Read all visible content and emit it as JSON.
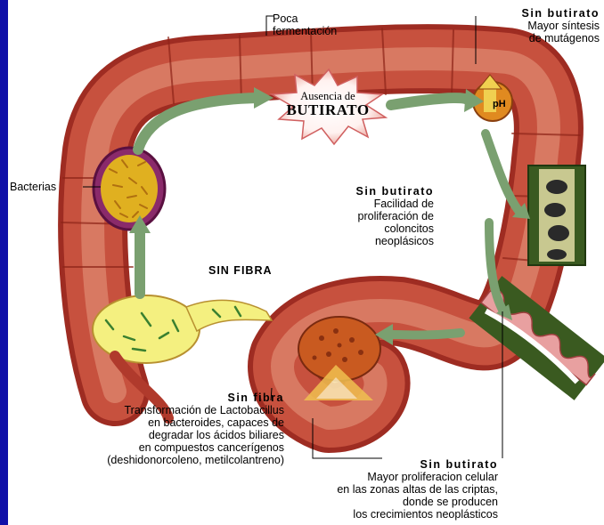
{
  "labels": {
    "poca": [
      "Poca",
      "fermentación"
    ],
    "top_right": {
      "head": "Sin butirato",
      "lines": [
        "Mayor síntesis",
        "de mutágenos"
      ]
    },
    "burst": {
      "line1": "Ausencia de",
      "line2": "BUTIRATO"
    },
    "ph": "pH",
    "bacterias": "Bacterias",
    "mid_right": {
      "head": "Sin butirato",
      "lines": [
        "Facilidad de",
        "proliferación de",
        "coloncitos",
        "neoplásicos"
      ]
    },
    "sin_fibra_upper": "SIN FIBRA",
    "sin_fibra_lower": {
      "head": "Sin fibra",
      "lines": [
        "Transformación de Lactobacillus",
        "en bacteroides, capaces de",
        "degradar los ácidos biliares",
        "en compuestos cancerígenos",
        "(deshidonorcoleno, metilcolantreno)"
      ]
    },
    "bottom_right": {
      "head": "Sin butirato",
      "lines": [
        "Mayor proliferacion celular",
        "en las zonas altas de las criptas,",
        "donde se producen",
        "los crecimientos neoplásticos"
      ]
    }
  },
  "colors": {
    "frame": "#1010a8",
    "colon": "#c04535",
    "colon_light": "#e48a70",
    "arrow": "#7aa070",
    "bacteria": "#e0b020",
    "pouch": "#f4f080"
  }
}
